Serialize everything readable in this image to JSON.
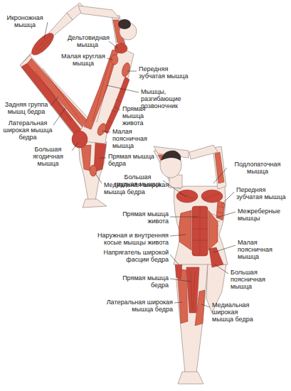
{
  "diagram": {
    "labels": [
      "Икроножная мышца",
      "Дельтовидная мышца",
      "Малая круглая мышца",
      "Передняя зубчатая мышца",
      "Задняя группа мышц бедра",
      "Мышцы, разгибающие позвоночник",
      "Латеральная широкая мышца бедра",
      "Прямая мышца живота",
      "Малая поясничная мышца",
      "Большая ягодичная мышца",
      "Прямая мышца бедра",
      "Медиальная широкая мышца бедра",
      "Подлопаточная мышца",
      "Большая грудная мышца",
      "Передняя зубчатая мышца",
      "Межреберные мышцы",
      "Прямая мышца живота",
      "Малая поясничная мышца",
      "Наружная и внутренняя косые мышцы живота",
      "Напрягатель широкой фасции бедра",
      "Большая поясничная мышца",
      "Прямая мышца бедра",
      "Латеральная широкая мышца бедра",
      "Медиальная широкая мышца бедра"
    ]
  }
}
